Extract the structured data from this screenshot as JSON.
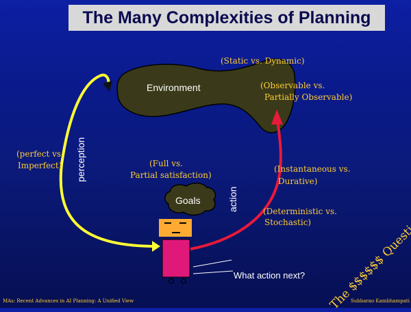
{
  "title": "The Many Complexities of Planning",
  "labels": {
    "static_dynamic": "(Static vs. Dynamic)",
    "environment": "Environment",
    "observable_line1": "(Observable vs.",
    "observable_line2": "Partially Observable)",
    "perfect_line1": "(perfect vs.",
    "perfect_line2": "Imperfect)",
    "perception": "perception",
    "full_line1": "(Full vs.",
    "full_line2": "Partial satisfaction)",
    "goals": "Goals",
    "action": "action",
    "instantaneous_line1": "(Instantaneous vs.",
    "instantaneous_line2": "Durative)",
    "deterministic_line1": "(Deterministic vs.",
    "deterministic_line2": "Stochastic)",
    "what_action": "What action next?",
    "the_question": "The $$$$$$ Question",
    "footer_left": "MAs: Recent Advances in AI Planning: A Unified View",
    "footer_right": "Subbarao Kambhampati"
  },
  "colors": {
    "background": "#0b1a7a",
    "title_bg": "#d8d8d8",
    "environment_fill": "#3a3a1a",
    "perception_arrow": "#ffff33",
    "action_arrow": "#e81a3a",
    "labels": "#ffcc33",
    "agent_body": "#e0187a",
    "agent_head": "#ffaa33"
  }
}
